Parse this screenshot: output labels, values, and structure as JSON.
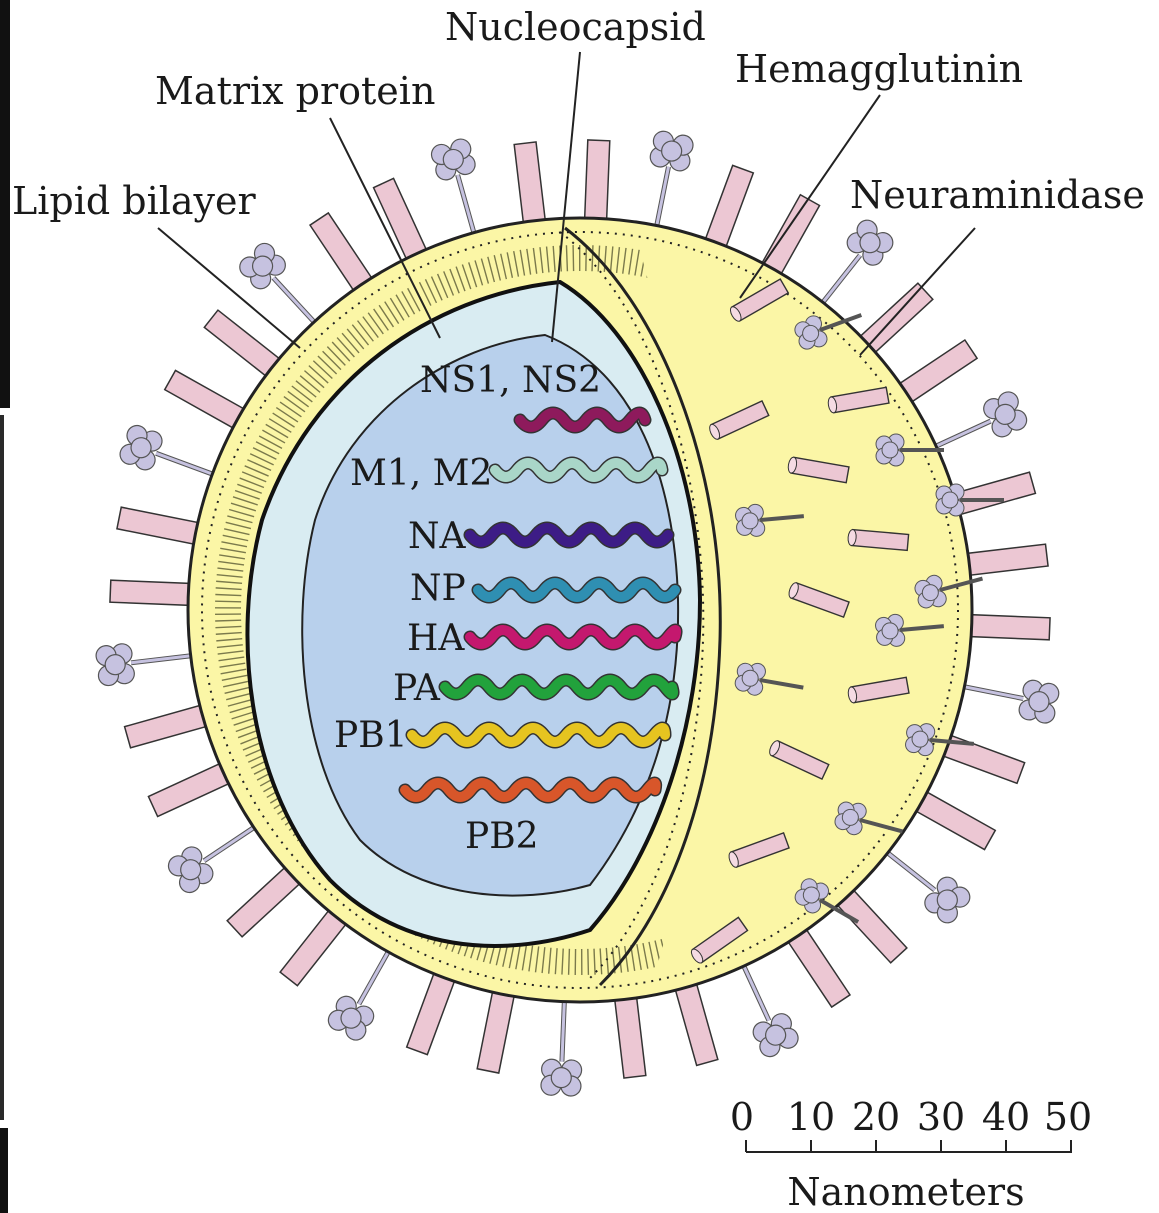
{
  "labels": {
    "nucleocapsid": "Nucleocapsid",
    "hemagglutinin": "Hemagglutinin",
    "matrix_protein": "Matrix protein",
    "lipid_bilayer": "Lipid bilayer",
    "neuraminidase": "Neuraminidase"
  },
  "segments": [
    {
      "label": "NS1, NS2",
      "color": "#8e1a5c"
    },
    {
      "label": "M1, M2",
      "color": "#a9d6c8"
    },
    {
      "label": "NA",
      "color": "#3d1c86"
    },
    {
      "label": "NP",
      "color": "#2f8fb2"
    },
    {
      "label": "HA",
      "color": "#c4186e"
    },
    {
      "label": "PA",
      "color": "#22a23c"
    },
    {
      "label": "PB1",
      "color": "#e6c420"
    },
    {
      "label": "PB2",
      "color": "#d8562a"
    }
  ],
  "scale_bar": {
    "ticks": [
      "0",
      "10",
      "20",
      "30",
      "40",
      "50"
    ],
    "unit": "Nanometers"
  },
  "colors": {
    "envelope": "#fbf6a6",
    "matrix": "#d9ecf2",
    "core": "#b8d0ec",
    "spike_ha": "#ecc7d3",
    "spike_na": "#c6c2e0"
  }
}
